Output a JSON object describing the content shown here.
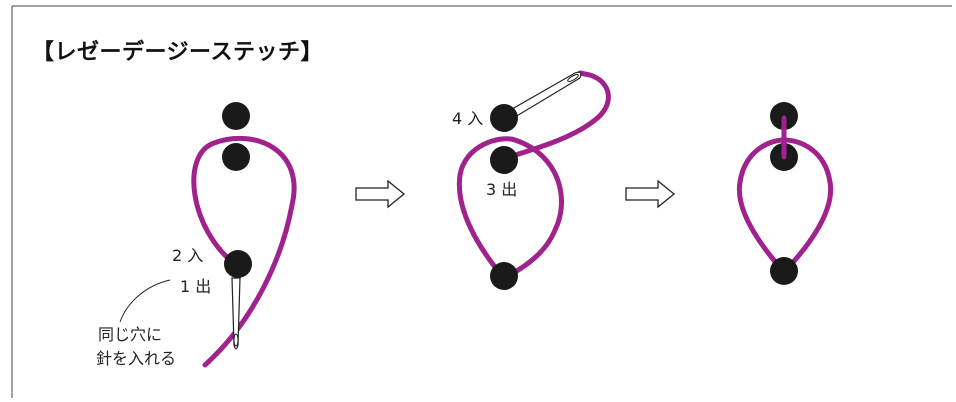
{
  "title": "【レゼーデージーステッチ】",
  "colors": {
    "thread": "#a0228c",
    "dot": "#1a1a1a",
    "frame": "#444444",
    "needle": "#222222"
  },
  "steps": [
    {
      "labels": [
        "2 入",
        "1 出"
      ],
      "note_lines": [
        "同じ穴に",
        "針を入れる"
      ]
    },
    {
      "labels": [
        "4 入",
        "3 出"
      ]
    },
    {
      "labels": []
    }
  ],
  "arrows": [
    "arrow-right-icon",
    "arrow-right-icon"
  ]
}
